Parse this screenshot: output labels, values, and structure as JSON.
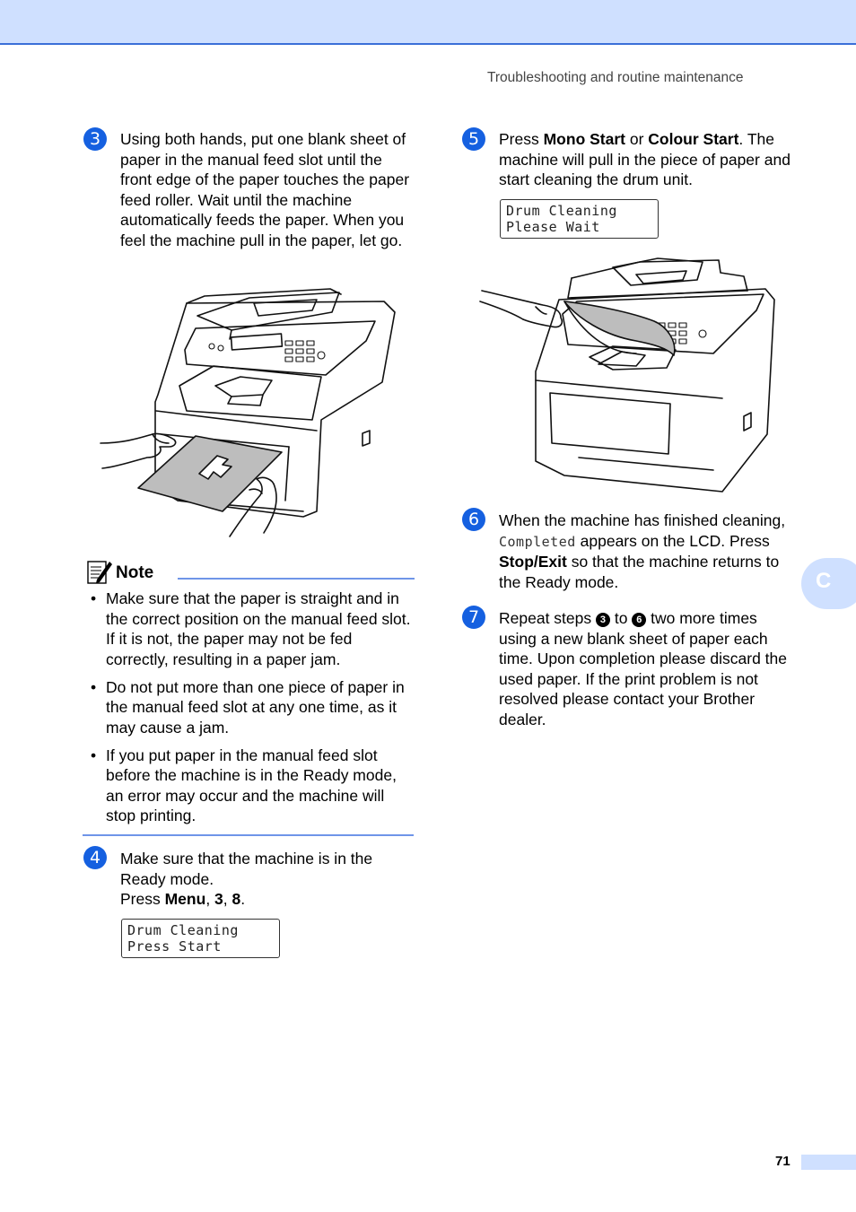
{
  "header": {
    "running_head": "Troubleshooting and routine maintenance"
  },
  "side_tab": {
    "letter": "C"
  },
  "page_number": "71",
  "steps": {
    "s3": {
      "num": "3",
      "text": "Using both hands, put one blank sheet of paper in the manual feed slot until the front edge of the paper touches the paper feed roller. Wait until the machine automatically feeds the paper. When you feel the machine pull in the paper, let go."
    },
    "s4": {
      "num": "4",
      "line1": "Make sure that the machine is in the Ready mode.",
      "press": "Press ",
      "menu": "Menu",
      "sep1": ", ",
      "k1": "3",
      "sep2": ", ",
      "k2": "8",
      "end": "."
    },
    "s5": {
      "num": "5",
      "press": "Press ",
      "mono_start": "Mono Start",
      "or": " or ",
      "colour_start": "Colour Start",
      "rest": ". The machine will pull in the piece of paper and start cleaning the drum unit."
    },
    "s6": {
      "num": "6",
      "pre": "When the machine has finished cleaning, ",
      "completed": "Completed",
      "mid": " appears on the LCD. Press ",
      "stop_exit": "Stop/Exit",
      "post": " so that the machine returns to the Ready mode."
    },
    "s7": {
      "num": "7",
      "pre": "Repeat steps ",
      "from": "3",
      "to": " to ",
      "to_num": "6",
      "post": " two more times using a new blank sheet of paper each time. Upon completion please discard the used paper. If the print problem is not resolved please contact your Brother dealer."
    }
  },
  "lcd_step4": {
    "line1": "Drum Cleaning",
    "line2": "Press Start"
  },
  "lcd_step5": {
    "line1": "Drum Cleaning",
    "line2": "Please Wait"
  },
  "note": {
    "title": "Note",
    "items": [
      "Make sure that the paper is straight and in the correct position on the manual feed slot. If it is not, the paper may not be fed correctly, resulting in a paper jam.",
      "Do not put more than one piece of paper in the manual feed slot at any one time, as it may cause a jam.",
      "If you put paper in the manual feed slot before the machine is in the Ready mode, an error may occur and the machine will stop printing."
    ]
  },
  "colors": {
    "accent_blue": "#1560e0",
    "band": "#cfe0ff",
    "rule": "#6f95e8"
  }
}
